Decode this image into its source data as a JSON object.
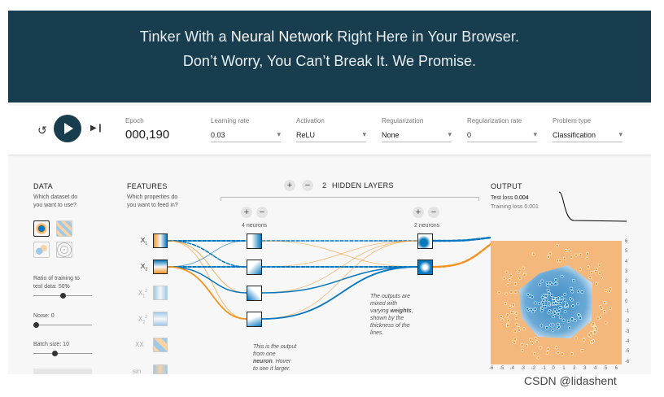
{
  "banner": {
    "line1_pre": "Tinker With a ",
    "line1_bold": "Neural Network",
    "line1_post": " Right Here in Your Browser.",
    "line2": "Don’t Worry, You Can’t Break It. We Promise."
  },
  "toolbar": {
    "epoch_label": "Epoch",
    "epoch_value": "000,190",
    "learning_rate_label": "Learning rate",
    "learning_rate_value": "0.03",
    "activation_label": "Activation",
    "activation_value": "ReLU",
    "regularization_label": "Regularization",
    "regularization_value": "None",
    "reg_rate_label": "Regularization rate",
    "reg_rate_value": "0",
    "problem_type_label": "Problem type",
    "problem_type_value": "Classification"
  },
  "data_panel": {
    "title": "DATA",
    "question_l1": "Which dataset do",
    "question_l2": "you want to use?",
    "ratio_l1": "Ratio of training to",
    "ratio_l2": "test data:  50%",
    "ratio_value": 0.5,
    "noise_label": "Noise:  0",
    "noise_value": 0,
    "batch_label": "Batch size:  10",
    "batch_value": 0.35
  },
  "features_panel": {
    "title": "FEATURES",
    "question_l1": "Which properties do",
    "question_l2": "you want to feed in?",
    "items": [
      "X",
      "X",
      "X",
      "X",
      "XX",
      "sin"
    ]
  },
  "hidden": {
    "add_label": "+",
    "remove_label": "−",
    "count": "2",
    "title": "HIDDEN LAYERS",
    "layer1_neurons": "4 neurons",
    "layer2_neurons": "2 neurons",
    "note1_l1": "This is the output",
    "note1_l2": "from one",
    "note1_l3_bold": "neuron",
    "note1_l3_post": ". Hover",
    "note1_l4": "to see it larger.",
    "note2_l1": "The outputs are",
    "note2_l2": "mixed with",
    "note2_l3_pre": "varying ",
    "note2_l3_bold": "weights",
    "note2_l3_post": ",",
    "note2_l4": "shown by the",
    "note2_l5": "thickness of the",
    "note2_l6": "lines."
  },
  "output_panel": {
    "title": "OUTPUT",
    "test_loss_label": "Test loss ",
    "test_loss_value": "0.004",
    "training_loss_label": "Training loss ",
    "training_loss_value": "0.001",
    "y_ticks": [
      "6",
      "5",
      "4",
      "3",
      "2",
      "1",
      "0",
      "-1",
      "-2",
      "-3",
      "-4",
      "-5",
      "-6"
    ],
    "x_ticks": [
      "-6",
      "-5",
      "-4",
      "-3",
      "-2",
      "-1",
      "0",
      "1",
      "2",
      "3",
      "4",
      "5",
      "6"
    ]
  },
  "colors": {
    "banner": "#183d4e",
    "orange": "#f59322",
    "blue": "#0877bd"
  },
  "watermark": "CSDN @lidashent"
}
